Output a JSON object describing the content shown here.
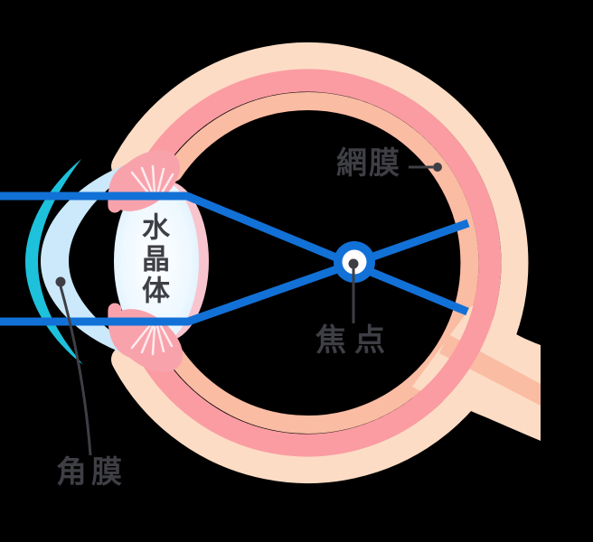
{
  "diagram": {
    "type": "eye-cross-section",
    "labels": {
      "retina": "網膜",
      "lens": "水晶体",
      "focal_point": "焦点",
      "cornea": "角膜"
    },
    "colors": {
      "background": "#000000",
      "sclera_outer": "#FCDCC5",
      "retina_pink": "#FA9CA2",
      "choroid_salmon": "#FABCA3",
      "ciliary_pink": "#F8A3AC",
      "ciliary_highlight": "#FDEBEE",
      "cornea_teal": "#1EC1DB",
      "aqueous_light_blue": "#CBE9FB",
      "lens_edge_blue": "#D7EDFC",
      "lens_rim_pink": "#F8C5CF",
      "light_ray_blue": "#1271D7",
      "label_dark": "#3E3E45",
      "focal_center_white": "#FFFFFF"
    }
  }
}
